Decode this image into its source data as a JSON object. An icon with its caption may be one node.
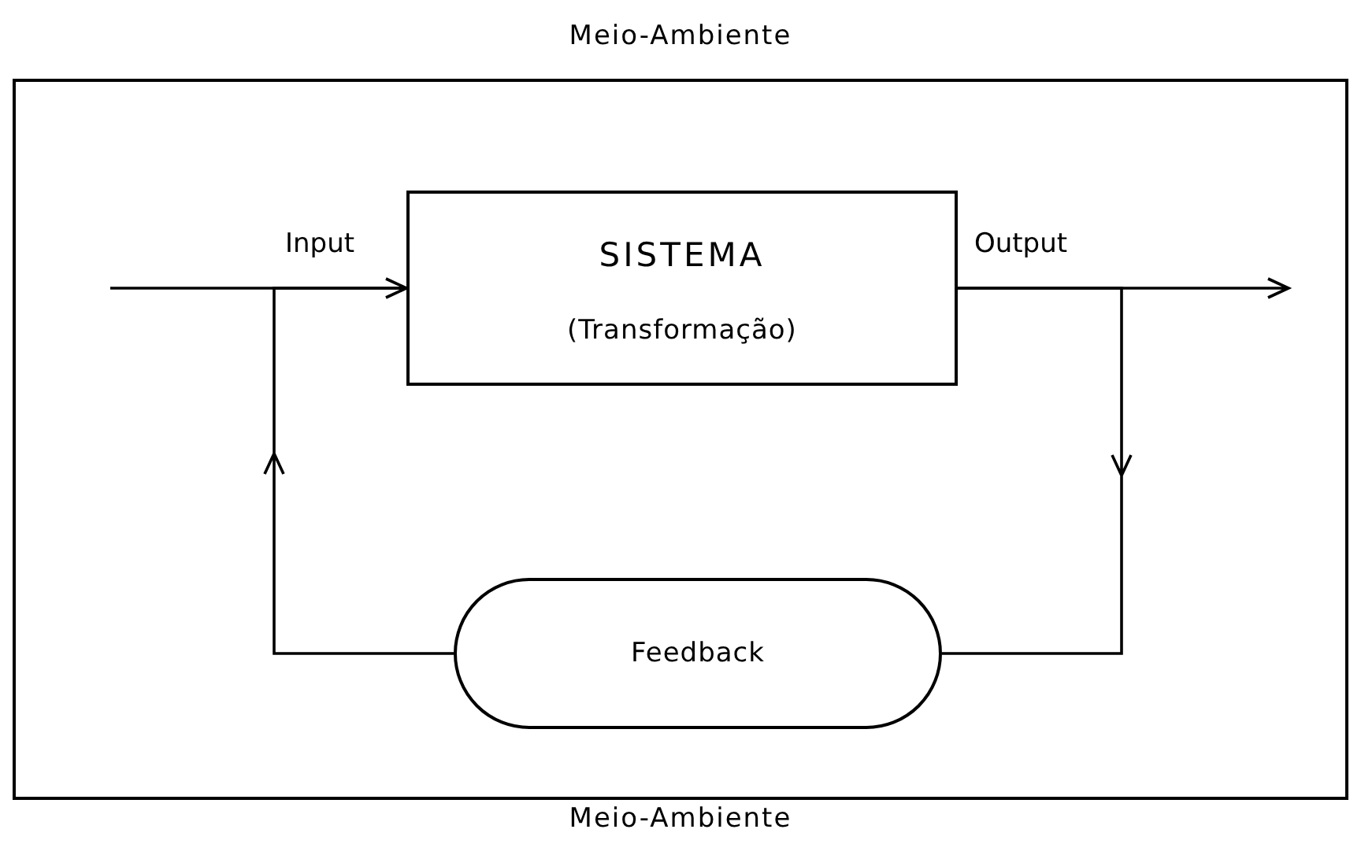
{
  "diagram": {
    "nodes": [
      {
        "text": [
          "Meio-Ambiente",
          "Meio-Ambiente"
        ]
      },
      {
        "text": [
          "SISTEMA",
          "(Transformação)"
        ],
        "in": 0
      },
      {
        "text": [
          "Feedback"
        ],
        "in": 0
      }
    ],
    "edges": [
      {
        "from": null,
        "to": 1,
        "arrow": "to",
        "label": "Input"
      },
      {
        "from": 1,
        "to": null,
        "arrow": "to",
        "label": "Output"
      },
      {
        "from": 1,
        "to": 2,
        "arrow": "to"
      },
      {
        "from": 2,
        "to": 1,
        "arrow": "to"
      }
    ]
  }
}
